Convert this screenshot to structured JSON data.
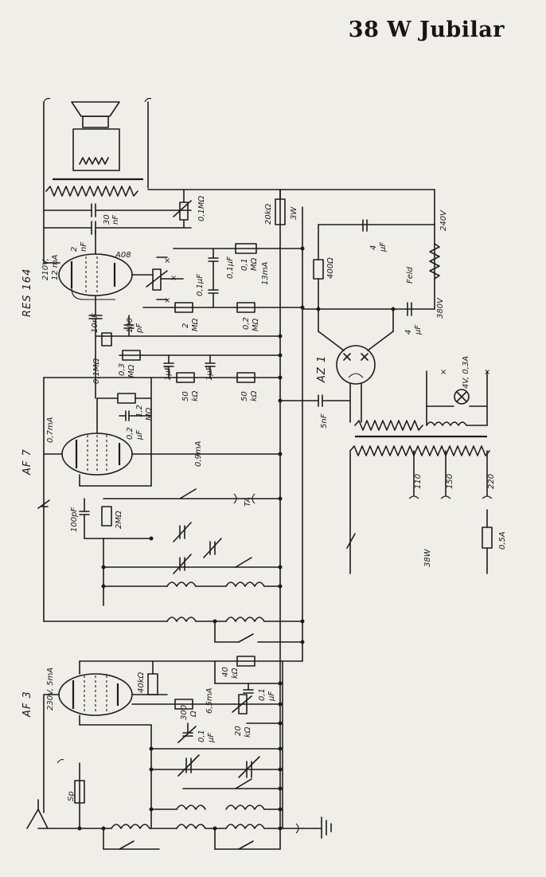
{
  "title": "38 W Jubilar",
  "tubes": {
    "res164": "RES 164",
    "af7": "AF 7",
    "af3": "AF 3",
    "az1": "AZ 1",
    "a08": "A08"
  },
  "operating_points": {
    "res164_v": "210V,",
    "res164_ma": "12 mA",
    "af7_ma": "0,7mA",
    "af7_screen": "0,9mA",
    "af3": "230V, 5mA",
    "af3_screen": "6,5mA",
    "a08_ma": "13mA"
  },
  "components": {
    "c_2nf": "2",
    "c_2nf_unit": "nF",
    "c_30nf": "30",
    "c_30nf_unit": "nF",
    "r_01mohm_top": "0,1MΩ",
    "r_20kohm": "20kΩ",
    "r_3w": "3W",
    "c_01uf_a": "0,1μF",
    "r_01mohm_a": "0,1",
    "r_01mohm_a_unit": "MΩ",
    "c_01uf_b": "0,1μF",
    "r_400ohm": "400Ω",
    "c_4uf_a": "4",
    "c_4uf_a_unit": "μF",
    "c_4uf_b": "4",
    "c_4uf_b_unit": "μF",
    "v_240": "240V",
    "v_380": "380V",
    "feld": "Feld",
    "c_10nf": "10nF",
    "c_100pf": "100",
    "c_100pf_unit": "pF",
    "r_2mohm": "2",
    "r_2mohm_unit": "MΩ",
    "r_02mohm": "0,2",
    "r_02mohm_unit": "MΩ",
    "r_01mohm_b": "0,1MΩ",
    "r_03mohm": "0,3",
    "r_03mohm_unit": "MΩ",
    "c_1uf_a": "1μF",
    "c_1uf_b": "1μF",
    "r_50kohm_a": "50",
    "r_50kohm_a_unit": "kΩ",
    "r_50kohm_b": "50",
    "r_50kohm_b_unit": "kΩ",
    "c_02uf": "0,2",
    "c_02uf_unit": "μF",
    "r_12mohm": "1,2",
    "r_12mohm_unit": "MΩ",
    "c_5nf": "5nF",
    "lamp": "4V, 0,3A",
    "tap_110": "110",
    "tap_150": "150",
    "tap_220": "220",
    "fuse": "0,5A",
    "power": "38W",
    "ta": "TA",
    "c_100pf_b": "100pF",
    "r_2mohm_b": "2MΩ",
    "r_40kohm": "40kΩ",
    "r_40kohm_b": "40",
    "r_40kohm_b_unit": "kΩ",
    "r_300ohm": "300",
    "r_300ohm_unit": "Ω",
    "r_20kohm_b": "20",
    "r_20kohm_b_unit": "kΩ",
    "c_01uf_c": "0,1",
    "c_01uf_c_unit": "μF",
    "c_01uf_d": "0,1",
    "c_01uf_d_unit": "μF",
    "sp": "Sp"
  }
}
